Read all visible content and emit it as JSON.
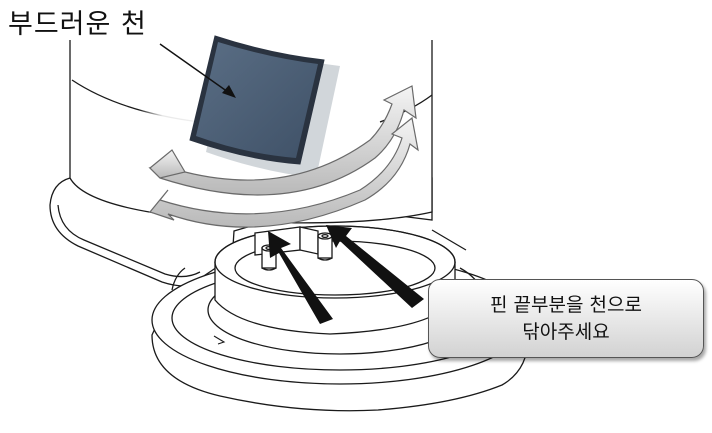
{
  "labels": {
    "cloth": "부드러운 천",
    "instruction_line1": "핀 끝부분을 천으로",
    "instruction_line2": "닦아주세요"
  },
  "colors": {
    "cloth": "#4f6378",
    "arrow_fill": "#d4d4d4",
    "pointer_arrow": "#111111",
    "outline": "#1a1a1a"
  },
  "icons": {
    "motion": "curved-wipe-arrows",
    "pointer": "black-arrow"
  }
}
